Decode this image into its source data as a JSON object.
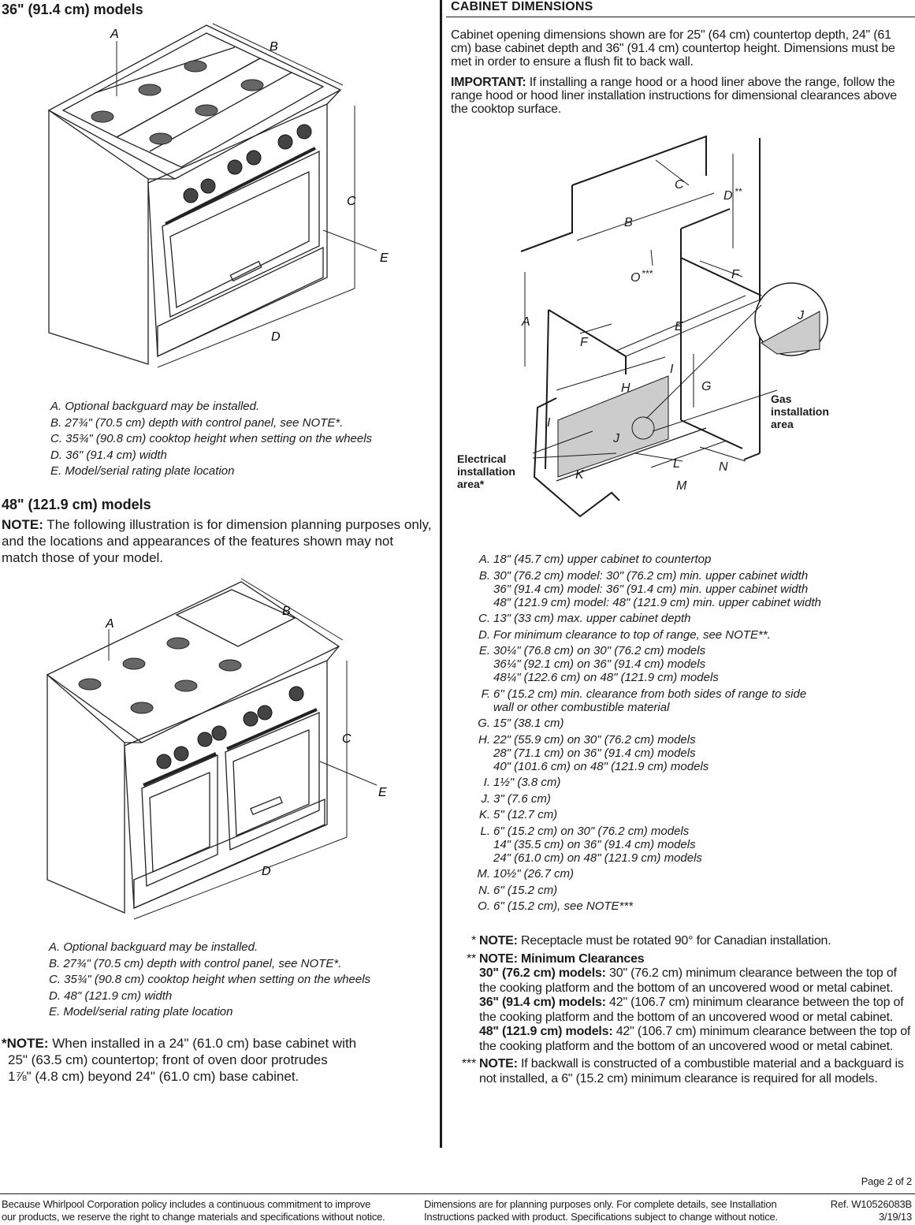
{
  "left": {
    "section36": {
      "heading": "36\" (91.4 cm) models",
      "labels": {
        "a": "A",
        "b": "B",
        "c": "C",
        "d": "D",
        "e": "E"
      },
      "legend": [
        "A. Optional backguard may be installed.",
        "B. 27¾\" (70.5 cm) depth with control panel, see NOTE*.",
        "C. 35¾\" (90.8 cm) cooktop height when setting on the wheels",
        "D. 36\" (91.4 cm) width",
        "E. Model/serial rating plate location"
      ]
    },
    "section48": {
      "heading": "48\" (121.9 cm) models",
      "note_label": "NOTE:",
      "note_text": " The following illustration is for dimension planning purposes only, and the locations and appearances of the features shown may not match those of your model.",
      "labels": {
        "a": "A",
        "b": "B",
        "c": "C",
        "d": "D",
        "e": "E"
      },
      "legend": [
        "A. Optional backguard may be installed.",
        "B. 27¾\" (70.5 cm) depth with control panel, see NOTE*.",
        "C. 35¾\" (90.8 cm) cooktop height when setting on the wheels",
        "D. 48\" (121.9 cm) width",
        "E. Model/serial rating plate location"
      ]
    },
    "footnote": {
      "label": "*NOTE:",
      "line1": " When installed in a 24\" (61.0 cm) base cabinet with",
      "line2": "25\" (63.5 cm) countertop; front of oven door protrudes",
      "line3": "1⅞\" (4.8 cm) beyond 24\" (61.0 cm) base cabinet."
    }
  },
  "right": {
    "heading": "CABINET DIMENSIONS",
    "intro": "Cabinet opening dimensions shown are for 25\" (64 cm) countertop depth, 24\" (61 cm) base cabinet depth and 36\" (91.4 cm) countertop height. Dimensions must be met in order to ensure a flush fit to back wall.",
    "important_label": "IMPORTANT:",
    "important_text": " If installing a range hood or a hood liner above the range, follow the range hood or hood liner installation instructions for dimensional clearances above the cooktop surface.",
    "diagram": {
      "A": "A",
      "B": "B",
      "C": "C",
      "D": "D",
      "D_mark": "**",
      "E": "E",
      "F": "F",
      "F2": "F",
      "G": "G",
      "H": "H",
      "I": "I",
      "I2": "I",
      "J": "J",
      "J2": "J",
      "K": "K",
      "L": "L",
      "M": "M",
      "N": "N",
      "O": "O",
      "O_mark": "***",
      "gas_label_1": "Gas",
      "gas_label_2": "installation",
      "gas_label_3": "area",
      "elec_label_1": "Electrical",
      "elec_label_2": "installation",
      "elec_label_3": "area*"
    },
    "legend": [
      {
        "k": "A.",
        "lines": [
          "18\" (45.7 cm) upper cabinet to countertop"
        ]
      },
      {
        "k": "B.",
        "lines": [
          "30\" (76.2 cm) model: 30\" (76.2 cm) min. upper cabinet width",
          "36\" (91.4 cm) model: 36\" (91.4 cm) min. upper cabinet width",
          "48\" (121.9 cm) model: 48\" (121.9 cm) min. upper cabinet width"
        ]
      },
      {
        "k": "C.",
        "lines": [
          "13\" (33 cm) max. upper cabinet depth"
        ]
      },
      {
        "k": "D.",
        "lines": [
          "For minimum clearance to top of range, see NOTE**."
        ]
      },
      {
        "k": "E.",
        "lines": [
          "30¼\" (76.8 cm) on 30\" (76.2 cm) models",
          "36¼\" (92.1 cm) on 36\" (91.4 cm) models",
          "48¼\" (122.6 cm) on 48\" (121.9 cm) models"
        ]
      },
      {
        "k": "F.",
        "lines": [
          "6\" (15.2 cm) min. clearance from both sides of range to side",
          "wall or other combustible material"
        ]
      },
      {
        "k": "G.",
        "lines": [
          "15\" (38.1 cm)"
        ]
      },
      {
        "k": "H.",
        "lines": [
          "22\" (55.9 cm) on 30\" (76.2 cm) models",
          "28\" (71.1 cm) on 36\" (91.4 cm) models",
          "40\" (101.6 cm) on 48\" (121.9 cm) models"
        ]
      },
      {
        "k": "I.",
        "lines": [
          "1½\" (3.8 cm)"
        ]
      },
      {
        "k": "J.",
        "lines": [
          "3\" (7.6 cm)"
        ]
      },
      {
        "k": "K.",
        "lines": [
          "5\" (12.7 cm)"
        ]
      },
      {
        "k": "L.",
        "lines": [
          "6\" (15.2 cm) on 30\" (76.2 cm) models",
          "14\" (35.5 cm) on 36\" (91.4 cm) models",
          "24\" (61.0 cm) on 48\" (121.9 cm) models"
        ]
      },
      {
        "k": "M.",
        "lines": [
          "10½\" (26.7 cm)"
        ]
      },
      {
        "k": "N.",
        "lines": [
          "6\" (15.2 cm)"
        ]
      },
      {
        "k": "O.",
        "lines": [
          "6\" (15.2 cm), see NOTE***"
        ]
      }
    ],
    "notes": {
      "n1_mark": "*",
      "n1_label": "NOTE:",
      "n1_text": " Receptacle must be rotated 90° for Canadian installation.",
      "n2_mark": "**",
      "n2_label": "NOTE: Minimum Clearances",
      "m30_label": "30\" (76.2 cm) models:",
      "m30_text": " 30\" (76.2 cm) minimum clearance between the top of the cooking platform and the bottom of an uncovered wood or metal cabinet.",
      "m36_label": "36\" (91.4 cm) models:",
      "m36_text": " 42\" (106.7 cm) minimum clearance between the top of the cooking platform and the bottom of an uncovered wood or metal cabinet.",
      "m48_label": "48\" (121.9 cm) models:",
      "m48_text": " 42\" (106.7 cm) minimum clearance between the top of the cooking platform and the bottom of an uncovered wood or metal cabinet.",
      "n3_mark": "***",
      "n3_label": "NOTE:",
      "n3_text": " If backwall is constructed of a combustible material and a backguard is not installed, a 6\" (15.2 cm) minimum clearance is required for all models."
    }
  },
  "footer": {
    "page": "Page 2 of 2",
    "left_1": "Because Whirlpool Corporation policy includes a continuous commitment to improve",
    "left_2": "our products, we reserve the right to change materials and specifications without notice.",
    "mid_1": "Dimensions are for planning purposes only. For complete details, see Installation",
    "mid_2": "Instructions packed with product. Specifications subject to change without notice.",
    "ref_1": "Ref. W10526083B",
    "ref_2": "3/19/13"
  }
}
